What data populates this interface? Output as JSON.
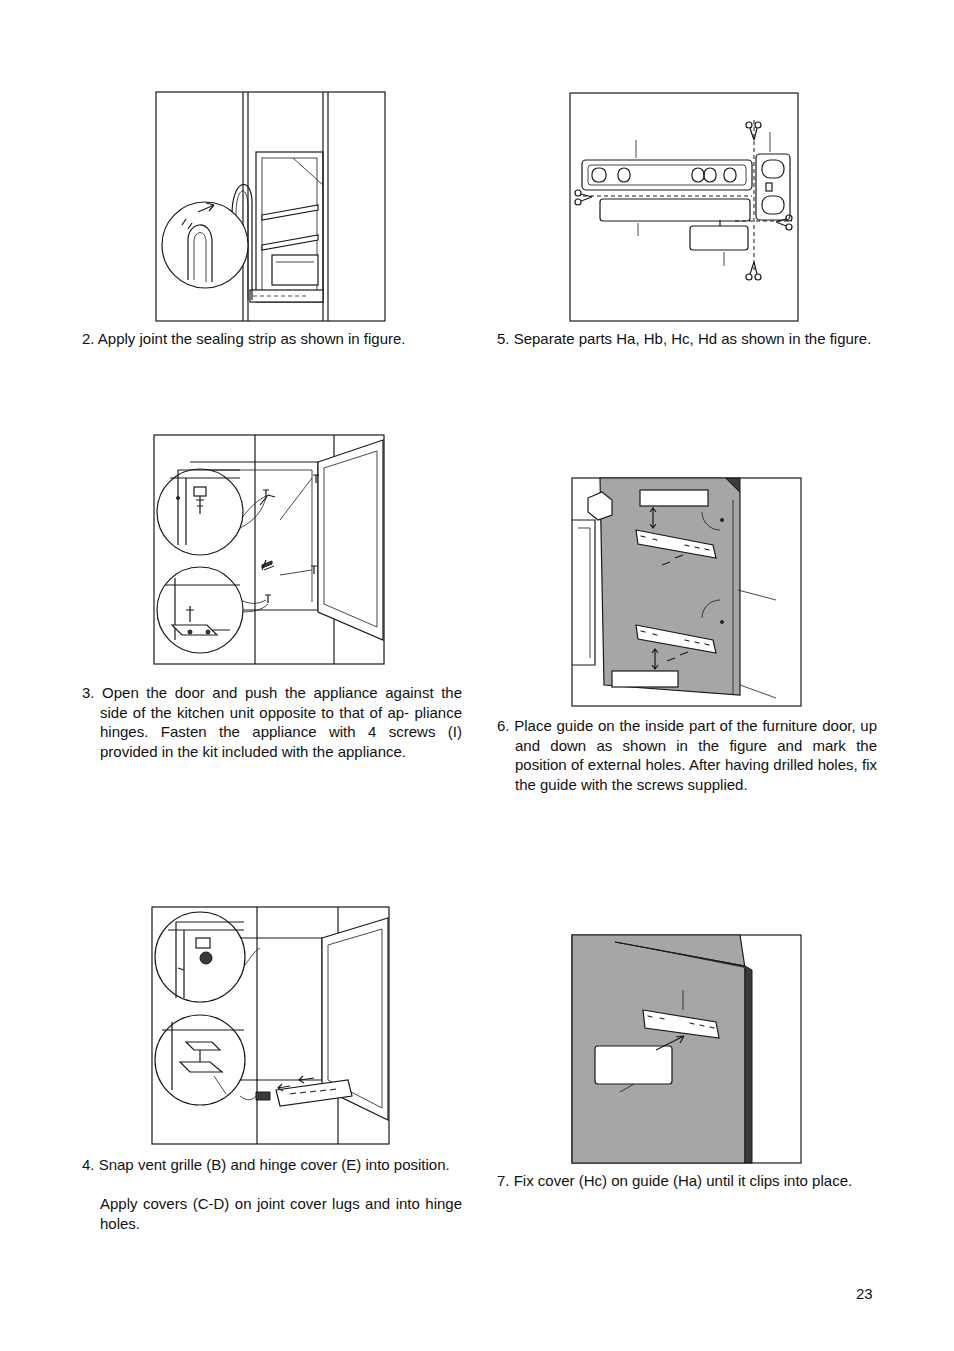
{
  "diagram": {
    "labels": [
      "2. Apply joint the sealing strip as shown in figure.",
      "5. Separate parts Ha, Hb, Hc, Hd as shown in the figure.",
      "3. Open the door and push the appliance against the side of the kitchen unit opposite to that of ap- pliance hinges. Fasten the appliance with 4 screws (I) provided in the kit included with the appliance.",
      "6. Place guide on the inside part of the furniture door, up and down as shown in the figure and mark the position of external holes. After having drilled holes, fix the guide with the screws supplied.",
      "4. Snap vent grille (B) and hinge cover (E) into position.",
      "Apply covers (C-D) on joint cover lugs and into hinge holes.",
      "7. Fix cover (Hc) on guide (Ha) until it clips into place.",
      "23"
    ]
  }
}
